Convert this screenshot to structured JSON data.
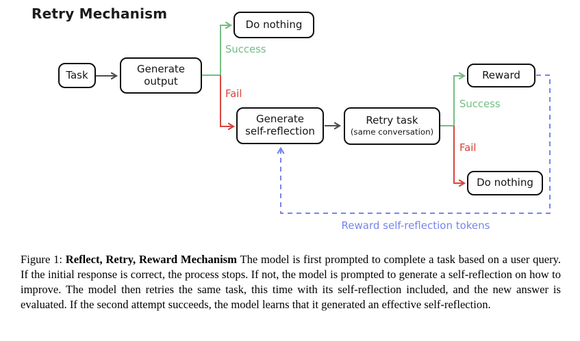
{
  "diagram": {
    "title": "Retry Mechanism",
    "nodes": {
      "task": {
        "label": "Task"
      },
      "generate_output": {
        "line1": "Generate",
        "line2": "output"
      },
      "do_nothing_top": {
        "label": "Do nothing"
      },
      "generate_self_reflection": {
        "line1": "Generate",
        "line2": "self-reflection"
      },
      "retry_task": {
        "line1": "Retry task",
        "line2": "(same conversation)"
      },
      "reward": {
        "label": "Reward"
      },
      "do_nothing_bottom": {
        "label": "Do nothing"
      }
    },
    "edge_labels": {
      "success": "Success",
      "fail": "Fail",
      "reward_tokens": "Reward self-reflection tokens"
    },
    "colors": {
      "success_green": "#74bd84",
      "fail_red": "#d6453c",
      "reward_blue": "#7585ec",
      "arrow_gray": "#4d4d4d"
    }
  },
  "caption": {
    "figure_label": "Figure 1:",
    "bold_title": "Reflect, Retry, Reward Mechanism",
    "body": "The model is first prompted to complete a task based on a user query. If the initial response is correct, the process stops. If not, the model is prompted to generate a self-reflection on how to improve. The model then retries the same task, this time with its self-reflection included, and the new answer is evaluated. If the second attempt succeeds, the model learns that it generated an effective self-reflection."
  }
}
